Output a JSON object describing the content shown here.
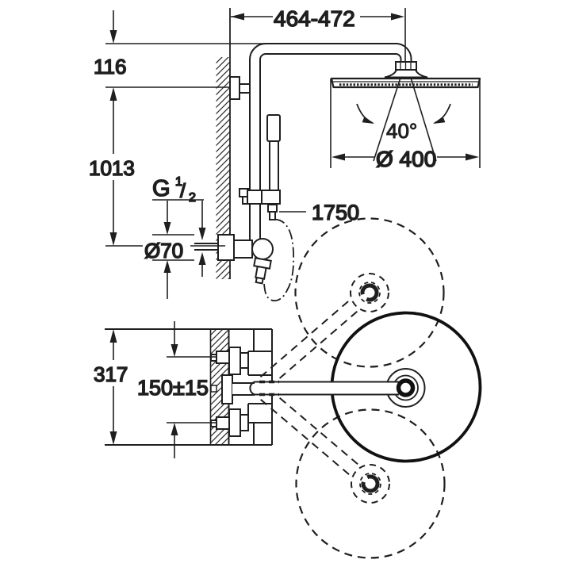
{
  "drawing": {
    "colors": {
      "line": "#1f1f1f",
      "background": "#ffffff"
    },
    "dimensions": {
      "top_width": "464-472",
      "wall_offset": "116",
      "riser_height": "1013",
      "valve_height": "317",
      "supply_spacing": "150±15",
      "flange_dia": "Ø70",
      "head_dia": "Ø 400",
      "spray_angle": "40°",
      "hose_length": "1750",
      "thread": {
        "g": "G",
        "numerator": "1",
        "slash": "/",
        "denominator": "2"
      }
    }
  }
}
